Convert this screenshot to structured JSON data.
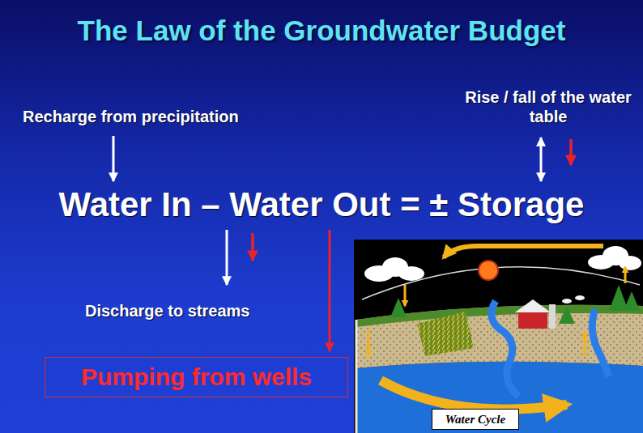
{
  "diagram": {
    "title": "The Law of the Groundwater Budget",
    "nodes": [
      {
        "text": [
          "Pumping from wells"
        ]
      },
      {
        "text": [
          "Water Cycle"
        ]
      }
    ],
    "labels": [
      "Recharge from precipitation",
      "Rise / fall of the water table",
      "Water In – Water Out = ± Storage",
      "Discharge to streams"
    ]
  }
}
